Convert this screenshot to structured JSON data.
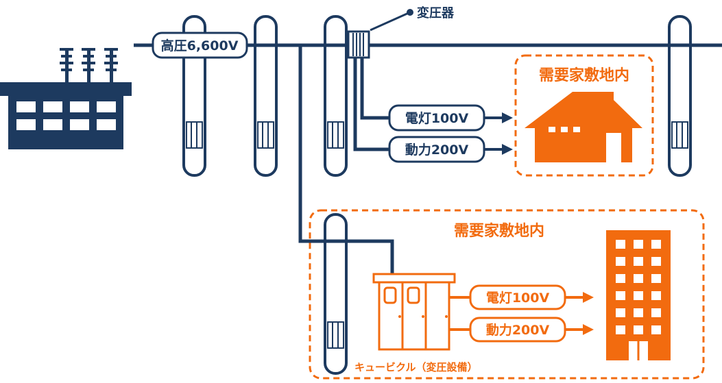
{
  "colors": {
    "navy": "#1d3a5f",
    "orange": "#f26b0f",
    "white": "#ffffff"
  },
  "labels": {
    "high_voltage": "高圧6,600V",
    "transformer": "変圧器",
    "lighting_house": "電灯100V",
    "power_house": "動力200V",
    "lighting_building": "電灯100V",
    "power_building": "動力200V",
    "premises_house": "需要家敷地内",
    "premises_building": "需要家敷地内",
    "cubicle": "キュービクル（変圧設備）"
  },
  "icons": [
    "factory-icon",
    "utility-pole-icon",
    "transformer-icon",
    "house-icon",
    "building-icon",
    "cubicle-icon",
    "arrow-right-icon"
  ]
}
